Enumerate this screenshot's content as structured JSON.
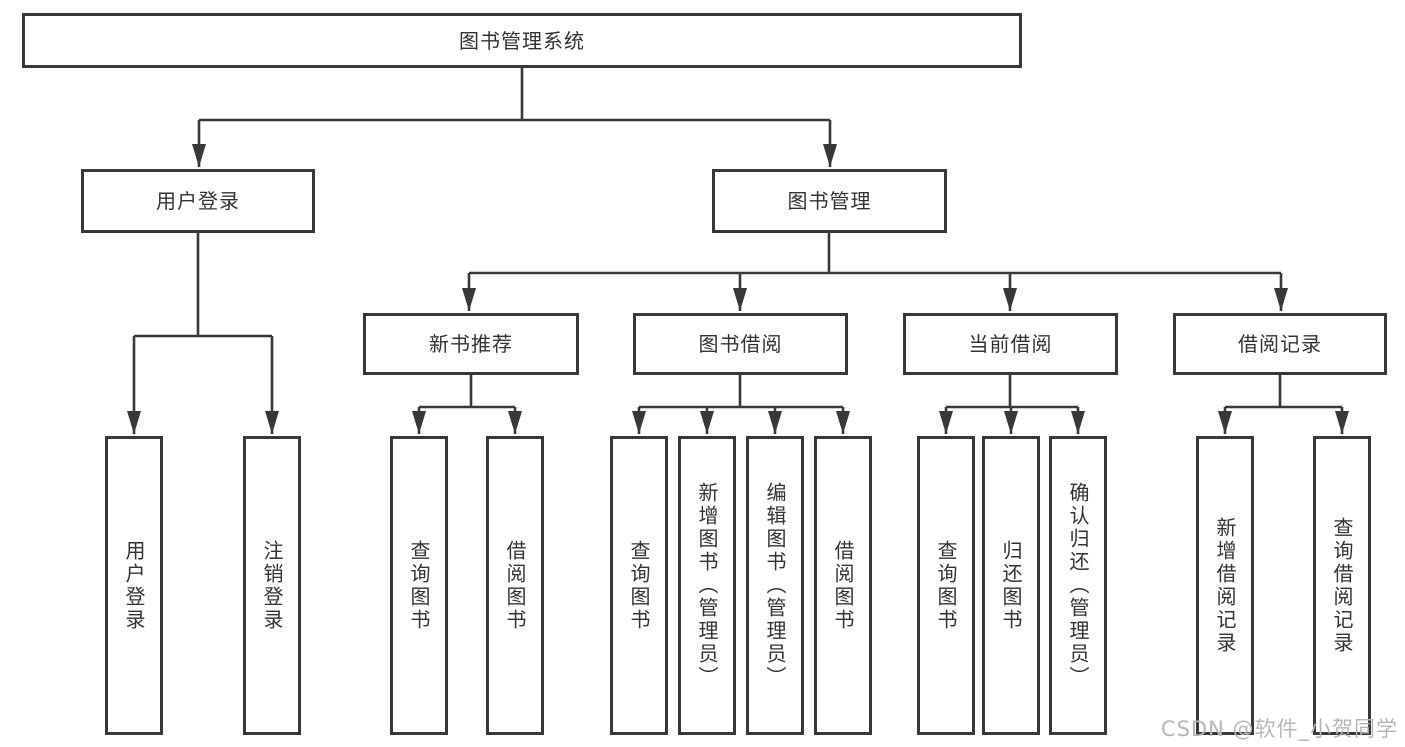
{
  "colors": {
    "line": "#383838",
    "box_border": "#383838",
    "text": "#333333",
    "watermark": "#b6b6b6",
    "background": "#ffffff"
  },
  "diagram": {
    "root": {
      "label": "图书管理系统"
    },
    "user_login": {
      "label": "用户登录",
      "leaves": [
        "用户登录",
        "注销登录"
      ]
    },
    "book_mgmt": {
      "label": "图书管理",
      "children": [
        {
          "label": "新书推荐",
          "leaves": [
            "查询图书",
            "借阅图书"
          ]
        },
        {
          "label": "图书借阅",
          "leaves": [
            "查询图书",
            "新增图书（管理员）",
            "编辑图书（管理员）",
            "借阅图书"
          ]
        },
        {
          "label": "当前借阅",
          "leaves": [
            "查询图书",
            "归还图书",
            "确认归还（管理员）"
          ]
        },
        {
          "label": "借阅记录",
          "leaves": [
            "新增借阅记录",
            "查询借阅记录"
          ]
        }
      ]
    }
  },
  "watermark": {
    "text": "CSDN @软件_小贺同学"
  }
}
